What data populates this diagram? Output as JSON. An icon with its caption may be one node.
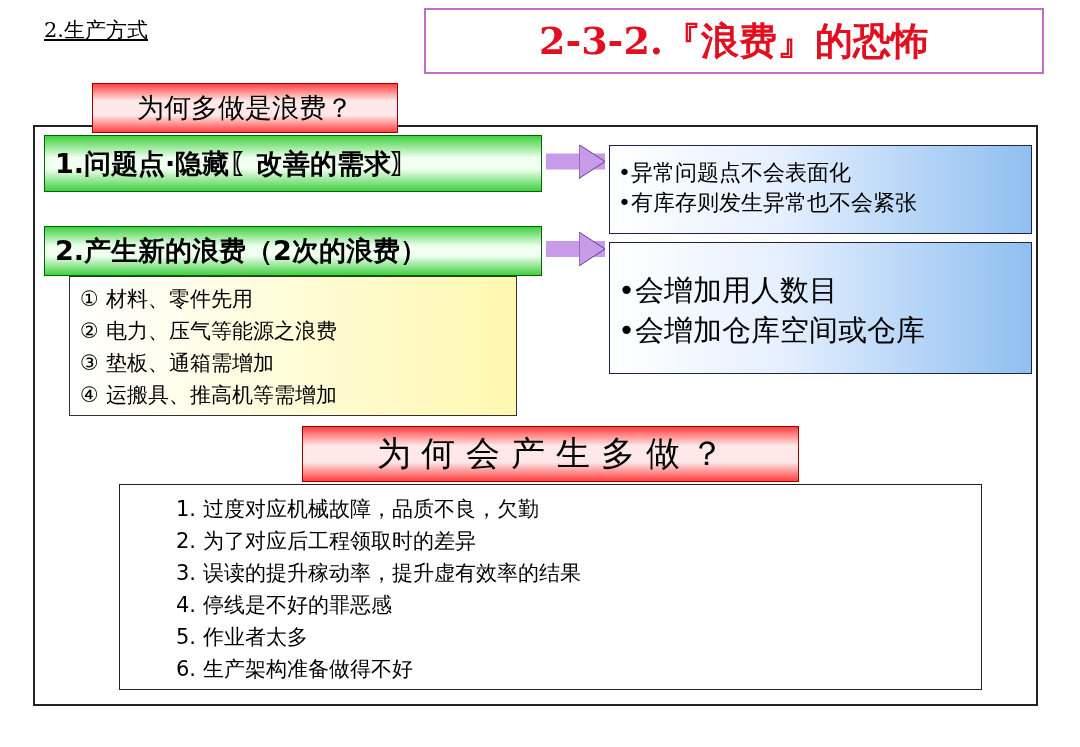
{
  "diagram": {
    "title": "2-3-2.『浪费』的恐怖",
    "nodes": [
      {
        "text": [],
        "shape": "box"
      },
      {
        "text": [
          "为何多做是浪费？"
        ]
      },
      {
        "text": [
          "1.问题点·隐藏〖改善的需求〗"
        ],
        "in": 0
      },
      {
        "text": [
          "•异常问题点不会表面化",
          "•有库存则发生异常也不会紧张"
        ],
        "in": 0
      },
      {
        "text": [
          "2.产生新的浪费（2次的浪费）"
        ],
        "in": 0
      },
      {
        "text": [
          "•会增加用人数目",
          "•会增加仓库空间或仓库"
        ],
        "in": 0
      },
      {
        "text": [
          "① 材料、零件先用",
          "② 电力、压气等能源之浪费",
          "③ 垫板、通箱需增加",
          "④ 运搬具、推高机等需增加"
        ],
        "in": 0
      },
      {
        "text": [
          "为 何 会 产 生 多 做 ？"
        ],
        "in": 0
      },
      {
        "text": [
          "1. 过度对应机械故障，品质不良，欠勤",
          "2. 为了对应后工程领取时的差异",
          "3. 误读的提升稼动率，提升虚有效率的结果",
          "4. 停线是不好的罪恶感",
          "5. 作业者太多",
          "6. 生产架构准备做得不好"
        ],
        "in": 0
      }
    ],
    "edges": [
      {
        "from": 2,
        "to": 3,
        "arrow": "to"
      },
      {
        "from": 4,
        "to": 5,
        "arrow": "to"
      }
    ],
    "labels": [
      "2.生产方式"
    ]
  }
}
